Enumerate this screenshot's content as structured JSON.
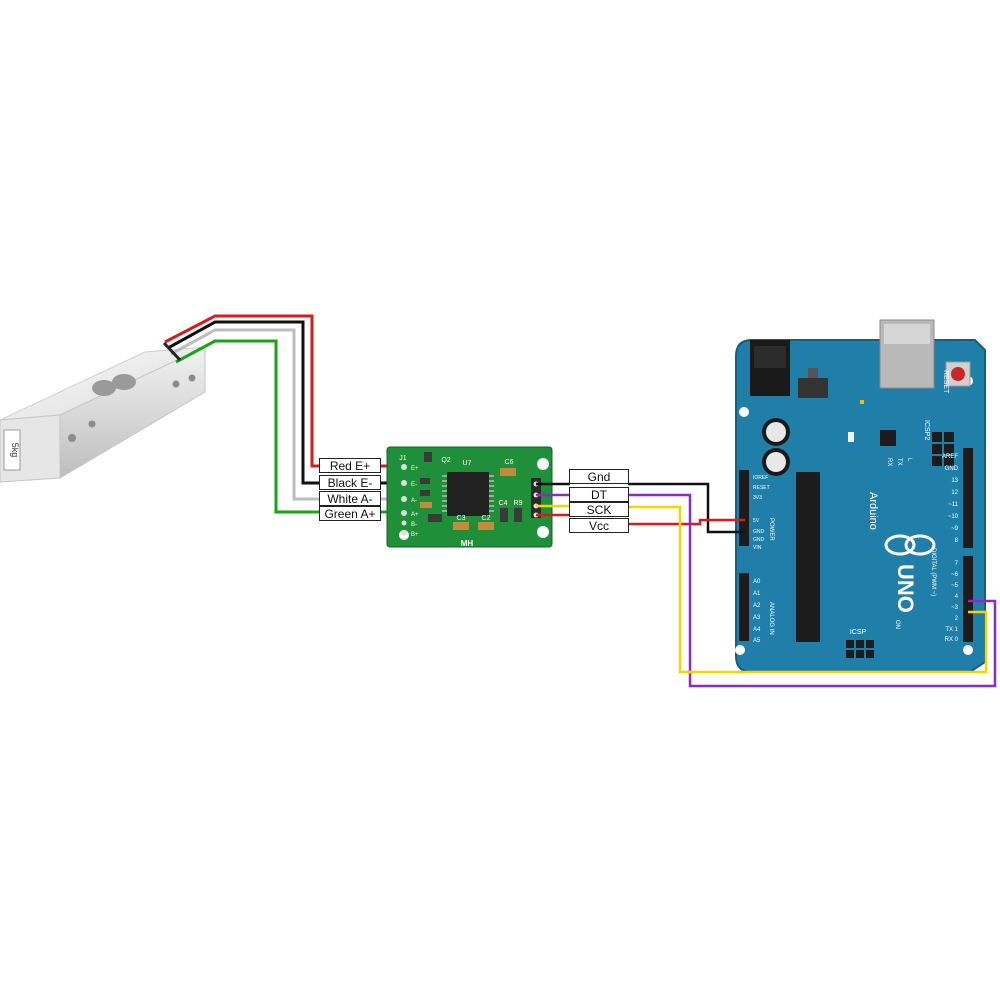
{
  "load_cell": {
    "capacity_label": "5kg"
  },
  "wire_labels_left": [
    "Red E+",
    "Black E-",
    "White A-",
    "Green A+"
  ],
  "wire_labels_right": [
    "Gnd",
    "DT",
    "SCK",
    "Vcc"
  ],
  "hx711": {
    "marking": "MH",
    "silk_u7": "U7",
    "silk_q2": "Q2",
    "silk_c6": "C6",
    "silk_c3": "C3",
    "silk_c2": "C2",
    "silk_c4": "C4",
    "silk_r9": "R9",
    "silk_j1": "J1",
    "silk_pins_left": [
      "E+",
      "E-",
      "A-",
      "A+",
      "B-",
      "B+"
    ]
  },
  "arduino": {
    "brand": "Arduino",
    "model": "UNO",
    "reset_label": "RESET",
    "icsp2_label": "ICSP2",
    "icsp_label": "ICSP",
    "tx_label": "TX",
    "rx_label": "RX",
    "l_label": "L",
    "on_label": "ON",
    "power_header_label": "POWER",
    "analog_header_label": "ANALOG IN",
    "digital_header_label": "DIGITAL (PWM ~)",
    "power_pins": [
      "IOREF",
      "RESET",
      "3V3",
      "5V",
      "GND",
      "GND",
      "VIN"
    ],
    "analog_pins": [
      "A0",
      "A1",
      "A2",
      "A3",
      "A4",
      "A5"
    ],
    "digital_pins_top": [
      "AREF",
      "GND",
      "13",
      "12",
      "~11",
      "~10",
      "~9",
      "8"
    ],
    "digital_pins_bottom": [
      "7",
      "~6",
      "~5",
      "4",
      "~3",
      "2",
      "TX 1",
      "RX 0"
    ]
  },
  "colors": {
    "board_blue": "#1f7fa8",
    "hx711_green": "#1f8f3a",
    "wire_red": "#d81b1b",
    "wire_black": "#111111",
    "wire_white": "#bdbdbd",
    "wire_green": "#1aa31a",
    "wire_yellow": "#f2d600",
    "wire_purple": "#8a2bc7"
  }
}
